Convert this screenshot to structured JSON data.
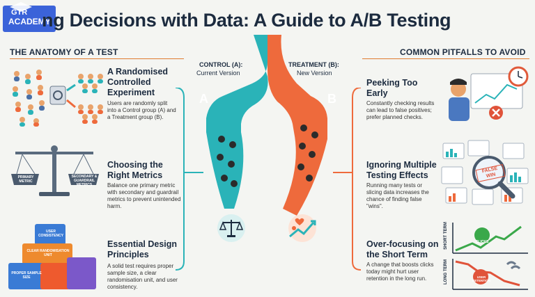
{
  "logo": {
    "line1": "GTR",
    "line2": "ACADEMY"
  },
  "title": "ng Decisions with Data: A Guide to A/B Testing",
  "left_section": {
    "heading": "THE ANATOMY OF A TEST",
    "items": [
      {
        "title": "A Randomised Controlled Experiment",
        "text": "Users are randomly split into a Control group (A) and a Treatment group (B)."
      },
      {
        "title": "Choosing the Right Metrics",
        "text": "Balance one primary metric with secondary and guardrail metrics to prevent unintended harm."
      },
      {
        "title": "Essential Design Principles",
        "text": "A solid test requires proper sample size, a clear randomisation unit, and user consistency."
      }
    ],
    "scale_labels": {
      "left": "PRIMARY METRIC",
      "right": "SECONDARY & GUARDRAIL METRICS"
    },
    "blocks_labels": [
      "USER CONSISTENCY",
      "CLEAR RANDOMISATION UNIT",
      "PROPER SAMPLE SIZE"
    ]
  },
  "center": {
    "control_label": "CONTROL (A):",
    "control_sub": "Current Version",
    "treatment_label": "TREATMENT (B):",
    "treatment_sub": "New Version",
    "letter_a": "A",
    "letter_b": "B",
    "control_color": "#2ab3b8",
    "treatment_color": "#ee6a3c"
  },
  "right_section": {
    "heading": "COMMON PITFALLS TO AVOID",
    "items": [
      {
        "title": "Peeking Too Early",
        "text": "Constantly checking results can lead to false positives; prefer planned checks."
      },
      {
        "title": "Ignoring Multiple Testing Effects",
        "text": "Running many tests or slicing data increases the chance of finding false \"wins\"."
      },
      {
        "title": "Over-focusing on the Short Term",
        "text": "A change that boosts clicks today might hurt user retention in the long run."
      }
    ],
    "false_win": "FALSE WIN",
    "short_term": "SHORT TERM",
    "long_term": "LONG TERM",
    "clicks": "CLICKS",
    "user_retention": "USER RETENTION"
  }
}
